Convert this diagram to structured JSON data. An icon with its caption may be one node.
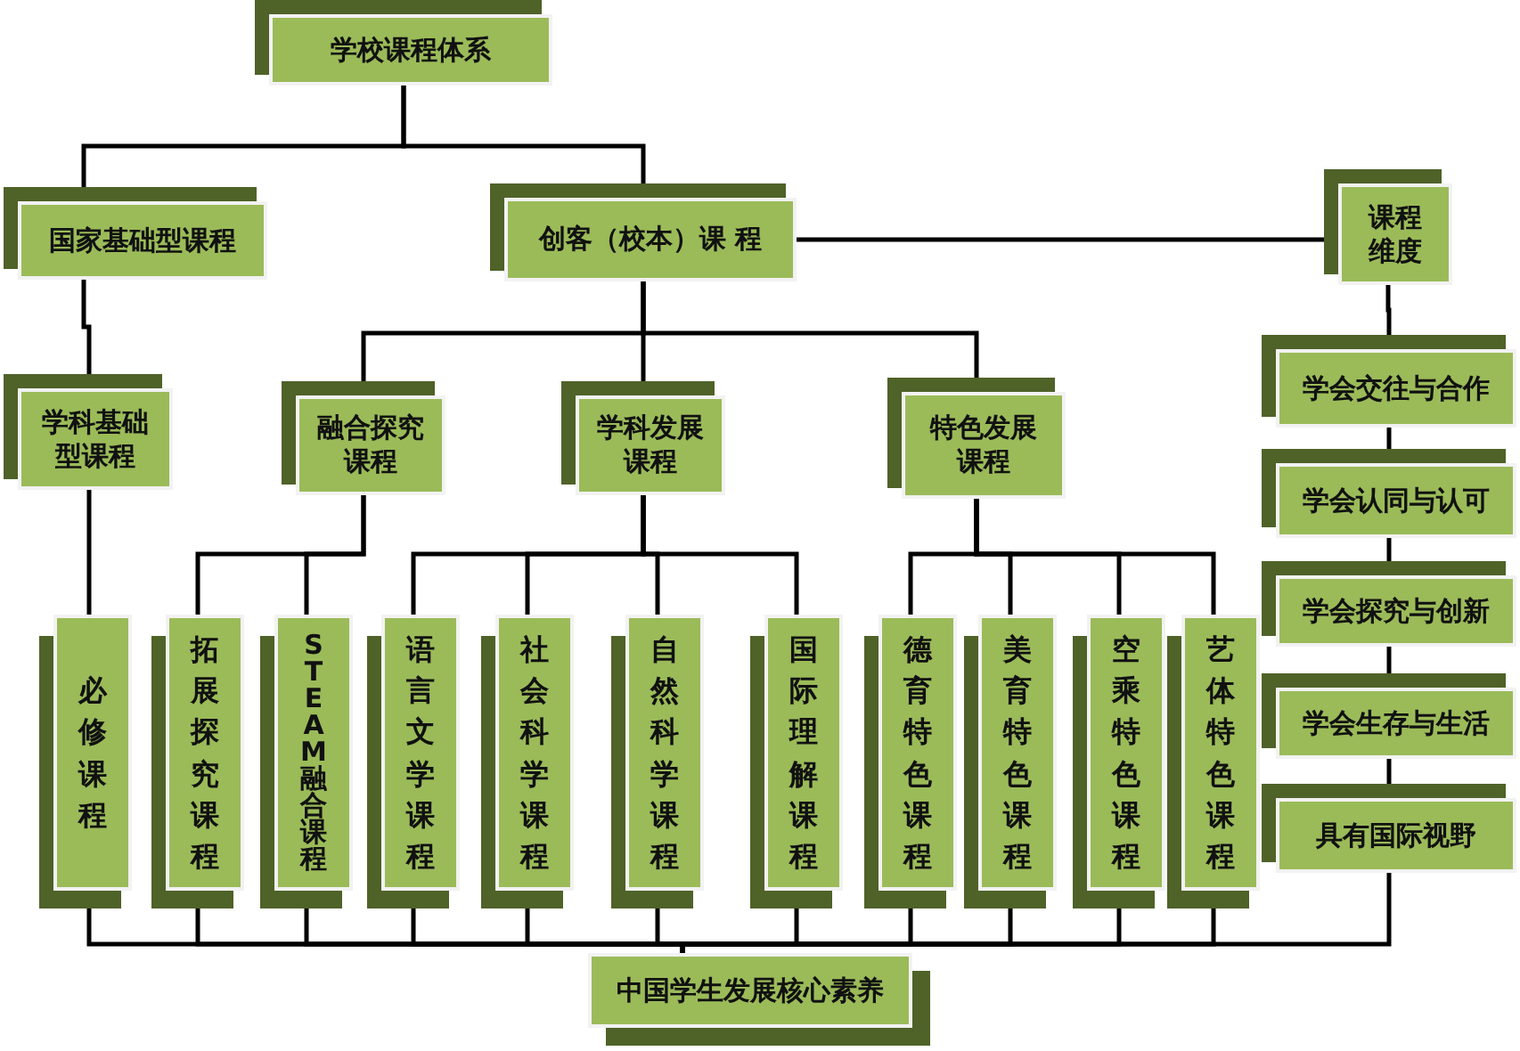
{
  "diagram": {
    "nodes": [
      {
        "text": [
          "学校课程体系"
        ]
      },
      {
        "text": [
          "国家基础型课程"
        ]
      },
      {
        "text": [
          "创客（校本）课 程"
        ]
      },
      {
        "text": [
          "课程维度"
        ]
      },
      {
        "text": [
          "学科基础型课程"
        ]
      },
      {
        "text": [
          "融合探究课程"
        ]
      },
      {
        "text": [
          "学科发展课程"
        ]
      },
      {
        "text": [
          "特色发展课程"
        ]
      },
      {
        "text": [
          "学会交往与合作"
        ]
      },
      {
        "text": [
          "学会认同与认可"
        ]
      },
      {
        "text": [
          "学会探究与创新"
        ]
      },
      {
        "text": [
          "学会生存与生活"
        ]
      },
      {
        "text": [
          "具有国际视野"
        ]
      },
      {
        "text": [
          "必修课程"
        ]
      },
      {
        "text": [
          "拓展探究课程"
        ]
      },
      {
        "text": [
          "STEAM融合课程"
        ]
      },
      {
        "text": [
          "语言文学课程"
        ]
      },
      {
        "text": [
          "社会科学课程"
        ]
      },
      {
        "text": [
          "自然科学课程"
        ]
      },
      {
        "text": [
          "国际理解课程"
        ]
      },
      {
        "text": [
          "德育特色课程"
        ]
      },
      {
        "text": [
          "美育特色课程"
        ]
      },
      {
        "text": [
          "空乘特色课程"
        ]
      },
      {
        "text": [
          "艺体特色课程"
        ]
      },
      {
        "text": [
          "中国学生发展核心素养"
        ]
      }
    ],
    "edges": [
      {
        "from": 0,
        "to": 1,
        "arrow": "none"
      },
      {
        "from": 0,
        "to": 2,
        "arrow": "none"
      },
      {
        "from": 2,
        "to": 3,
        "arrow": "none"
      },
      {
        "from": 1,
        "to": 4,
        "arrow": "none"
      },
      {
        "from": 2,
        "to": 5,
        "arrow": "none"
      },
      {
        "from": 2,
        "to": 6,
        "arrow": "none"
      },
      {
        "from": 2,
        "to": 7,
        "arrow": "none"
      },
      {
        "from": 3,
        "to": 8,
        "arrow": "none"
      },
      {
        "from": 8,
        "to": 9,
        "arrow": "none"
      },
      {
        "from": 9,
        "to": 10,
        "arrow": "none"
      },
      {
        "from": 10,
        "to": 11,
        "arrow": "none"
      },
      {
        "from": 11,
        "to": 12,
        "arrow": "none"
      },
      {
        "from": 4,
        "to": 13,
        "arrow": "none"
      },
      {
        "from": 5,
        "to": 14,
        "arrow": "none"
      },
      {
        "from": 5,
        "to": 15,
        "arrow": "none"
      },
      {
        "from": 6,
        "to": 16,
        "arrow": "none"
      },
      {
        "from": 6,
        "to": 17,
        "arrow": "none"
      },
      {
        "from": 6,
        "to": 18,
        "arrow": "none"
      },
      {
        "from": 6,
        "to": 19,
        "arrow": "none"
      },
      {
        "from": 7,
        "to": 20,
        "arrow": "none"
      },
      {
        "from": 7,
        "to": 21,
        "arrow": "none"
      },
      {
        "from": 7,
        "to": 22,
        "arrow": "none"
      },
      {
        "from": 7,
        "to": 23,
        "arrow": "none"
      },
      {
        "from": 13,
        "to": 24,
        "arrow": "none"
      },
      {
        "from": 14,
        "to": 24,
        "arrow": "none"
      },
      {
        "from": 15,
        "to": 24,
        "arrow": "none"
      },
      {
        "from": 16,
        "to": 24,
        "arrow": "none"
      },
      {
        "from": 17,
        "to": 24,
        "arrow": "none"
      },
      {
        "from": 18,
        "to": 24,
        "arrow": "none"
      },
      {
        "from": 19,
        "to": 24,
        "arrow": "none"
      },
      {
        "from": 20,
        "to": 24,
        "arrow": "none"
      },
      {
        "from": 21,
        "to": 24,
        "arrow": "none"
      },
      {
        "from": 22,
        "to": 24,
        "arrow": "none"
      },
      {
        "from": 23,
        "to": 24,
        "arrow": "none"
      },
      {
        "from": 12,
        "to": 24,
        "arrow": "none"
      }
    ]
  }
}
